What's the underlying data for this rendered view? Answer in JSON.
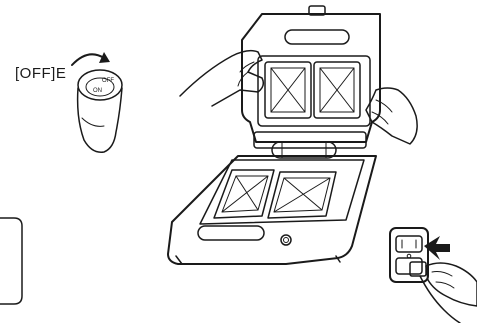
{
  "figure": {
    "timer_label": "[OFF]E",
    "knob_marks": {
      "off": "OFF",
      "on": "ON"
    }
  }
}
